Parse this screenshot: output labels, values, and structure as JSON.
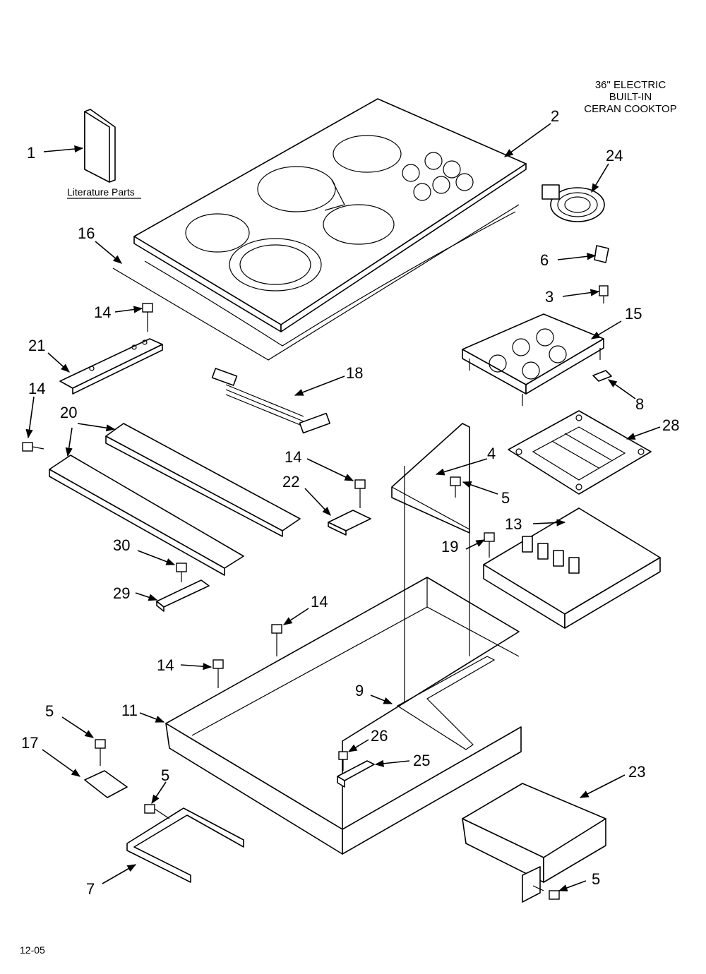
{
  "title": {
    "line1": "36\" ELECTRIC",
    "line2": "BUILT-IN",
    "line3": "CERAN COOKTOP"
  },
  "literature_caption": "Literature Parts",
  "footer_code": "12-05",
  "callouts": {
    "c1": "1",
    "c2": "2",
    "c24": "24",
    "c16": "16",
    "c6": "6",
    "c3": "3",
    "c14a": "14",
    "c15": "15",
    "c21": "21",
    "c18": "18",
    "c14b": "14",
    "c8": "8",
    "c20": "20",
    "c28": "28",
    "c14c": "14",
    "c4": "4",
    "c22": "22",
    "c5a": "5",
    "c13": "13",
    "c30": "30",
    "c19": "19",
    "c29": "29",
    "c14d": "14",
    "c14e": "14",
    "c9": "9",
    "c11": "11",
    "c5b": "5",
    "c26": "26",
    "c17": "17",
    "c25": "25",
    "c5c": "5",
    "c23": "23",
    "c5d": "5",
    "c7": "7"
  }
}
